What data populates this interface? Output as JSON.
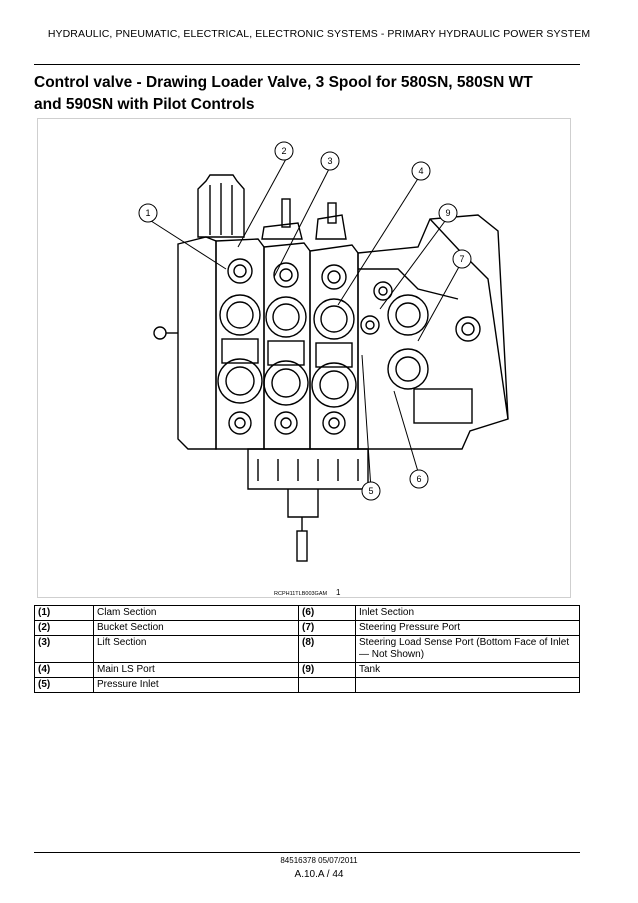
{
  "header": {
    "section": "HYDRAULIC, PNEUMATIC, ELECTRICAL, ELECTRONIC SYSTEMS - PRIMARY HYDRAULIC POWER SYSTEM"
  },
  "title": {
    "line1": "Control valve - Drawing Loader Valve, 3 Spool for 580SN, 580SN WT",
    "line2": "and 590SN with Pilot Controls"
  },
  "figure": {
    "code": "RCPH11TLB003GAM",
    "number": "1",
    "callouts": [
      "1",
      "2",
      "3",
      "4",
      "5",
      "6",
      "7",
      "9"
    ]
  },
  "legend": {
    "rows": [
      {
        "n1": "(1)",
        "d1": "Clam Section",
        "n2": "(6)",
        "d2": "Inlet Section"
      },
      {
        "n1": "(2)",
        "d1": "Bucket Section",
        "n2": "(7)",
        "d2": "Steering Pressure Port"
      },
      {
        "n1": "(3)",
        "d1": "Lift Section",
        "n2": "(8)",
        "d2": "Steering Load Sense Port (Bottom Face of Inlet — Not Shown)"
      },
      {
        "n1": "(4)",
        "d1": "Main LS Port",
        "n2": "(9)",
        "d2": "Tank"
      },
      {
        "n1": "(5)",
        "d1": "Pressure Inlet",
        "n2": "",
        "d2": ""
      }
    ]
  },
  "footer": {
    "doc": "84516378 05/07/2011",
    "page": "A.10.A / 44"
  }
}
